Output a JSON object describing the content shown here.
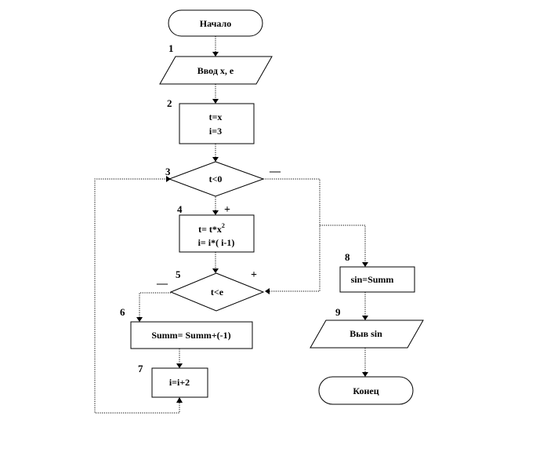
{
  "flowchart": {
    "start": "Начало",
    "b1": {
      "num": "1",
      "text": "Ввод x, e"
    },
    "b2": {
      "num": "2",
      "line1": "t=x",
      "line2": "i=3"
    },
    "b3": {
      "num": "3",
      "text": "t<0",
      "yes": "+",
      "no": "—"
    },
    "b4": {
      "num": "4",
      "line1_main": "t= t*x",
      "line1_sup": "2",
      "line2": "i= i*( i-1)"
    },
    "b5": {
      "num": "5",
      "text": "t<e",
      "yes": "+",
      "no": "—"
    },
    "b6": {
      "num": "6",
      "text": "Summ=  Summ+(-1)"
    },
    "b7": {
      "num": "7",
      "text": "i=i+2"
    },
    "b8": {
      "num": "8",
      "text": "sin=Summ"
    },
    "b9": {
      "num": "9",
      "text": "Выв sin"
    },
    "end": "Конец"
  }
}
